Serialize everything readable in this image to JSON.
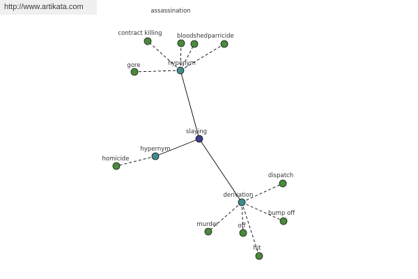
{
  "watermark": "http://www.artikata.com",
  "graph": {
    "center": {
      "id": "slaying",
      "label": "slaying",
      "color": "#3d3f8e"
    },
    "groups": [
      {
        "id": "hyponym",
        "label": "hyponym",
        "color": "#3f8a8a",
        "members": [
          {
            "id": "assassination",
            "label": "assassination"
          },
          {
            "id": "contract-killing",
            "label": "contract killing"
          },
          {
            "id": "bloodshed",
            "label": "bloodshed"
          },
          {
            "id": "parricide",
            "label": "parricide"
          },
          {
            "id": "gore",
            "label": "gore"
          }
        ]
      },
      {
        "id": "hypernym",
        "label": "hypernym",
        "color": "#3f8a8a",
        "members": [
          {
            "id": "homicide",
            "label": "homicide"
          }
        ]
      },
      {
        "id": "derivation",
        "label": "derivation",
        "color": "#3f8a8a",
        "members": [
          {
            "id": "dispatch",
            "label": "dispatch"
          },
          {
            "id": "bump-off",
            "label": "bump off"
          },
          {
            "id": "murder",
            "label": "murder"
          },
          {
            "id": "off",
            "label": "off"
          },
          {
            "id": "hit",
            "label": "hit"
          }
        ]
      }
    ],
    "leaf_color": "#4a8a3c"
  }
}
